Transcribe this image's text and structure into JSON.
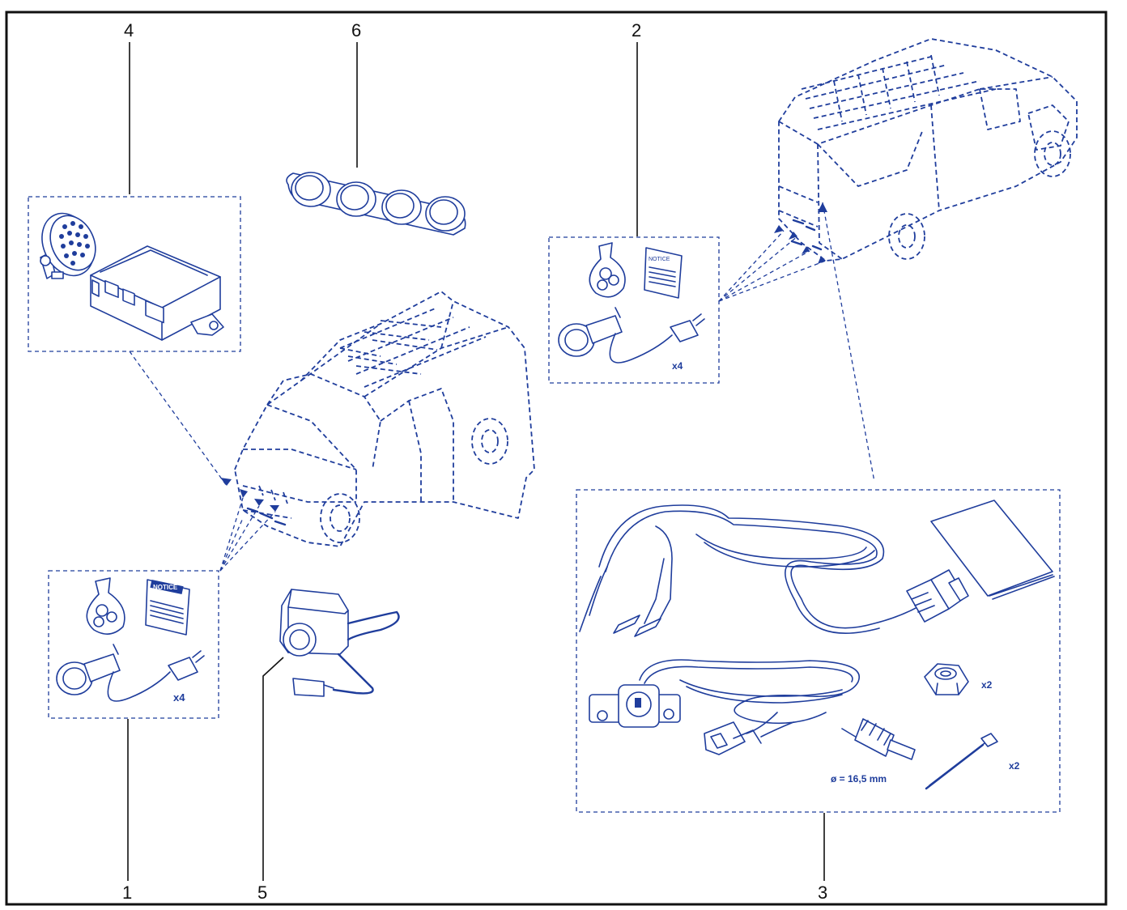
{
  "callouts": {
    "c1": "1",
    "c2": "2",
    "c3": "3",
    "c4": "4",
    "c5": "5",
    "c6": "6"
  },
  "kit_labels": {
    "notice_front": "NOTICE",
    "notice_rear": "NOTICE",
    "qty_front_sensors": "x4",
    "qty_rear_sensors": "x4",
    "qty_nuts": "x2",
    "qty_cable_ties": "x2",
    "drill_diameter": "ø = 16,5 mm"
  },
  "colors": {
    "line": "#1f3d9c",
    "callout_text": "#111111",
    "frame": "#111111",
    "background": "#ffffff"
  }
}
